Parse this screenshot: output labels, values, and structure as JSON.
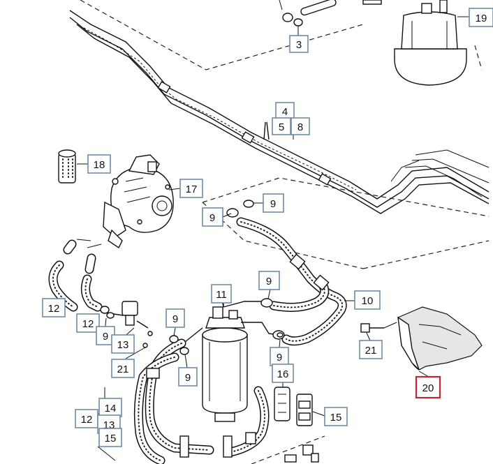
{
  "callouts": {
    "c3": "3",
    "c4": "4",
    "c5": "5",
    "c8": "8",
    "c9a": "9",
    "c9b": "9",
    "c9c": "9",
    "c9d": "9",
    "c9e": "9",
    "c9f": "9",
    "c9g": "9",
    "c10": "10",
    "c11": "11",
    "c12a": "12",
    "c12b": "12",
    "c12c": "12",
    "c13a": "13",
    "c13b": "13",
    "c14": "14",
    "c15a": "15",
    "c15b": "15",
    "c16": "16",
    "c17": "17",
    "c18": "18",
    "c19": "19",
    "c20": "20",
    "c21a": "21",
    "c21b": "21"
  },
  "highlight_color": "#c0282d",
  "callout_border_color": "#6f8aa3"
}
